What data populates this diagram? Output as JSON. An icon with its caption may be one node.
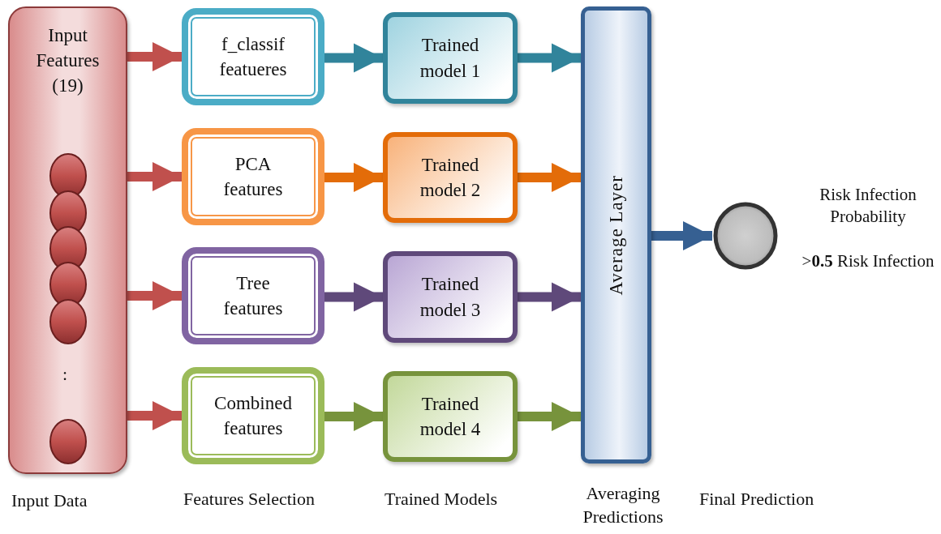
{
  "diagram": {
    "nodes": [
      {
        "text": [
          "Input Features (19)"
        ]
      },
      {
        "text": [
          "f_classif featueres"
        ]
      },
      {
        "text": [
          "PCA features"
        ]
      },
      {
        "text": [
          "Tree features"
        ]
      },
      {
        "text": [
          "Combined features"
        ]
      },
      {
        "text": [
          "Trained model 1"
        ]
      },
      {
        "text": [
          "Trained model 2"
        ]
      },
      {
        "text": [
          "Trained model 3"
        ]
      },
      {
        "text": [
          "Trained model 4"
        ]
      },
      {
        "text": [
          "Average Layer"
        ]
      },
      {
        "text": [],
        "shape": "circle",
        "beside": [
          "Risk Infection Probability",
          ">**0.5** Risk Infection"
        ]
      }
    ],
    "edges": [
      {
        "from": 0,
        "to": 1,
        "arrow": "to",
        "color": "#c0504d"
      },
      {
        "from": 0,
        "to": 2,
        "arrow": "to",
        "color": "#c0504d"
      },
      {
        "from": 0,
        "to": 3,
        "arrow": "to",
        "color": "#c0504d"
      },
      {
        "from": 0,
        "to": 4,
        "arrow": "to",
        "color": "#c0504d"
      },
      {
        "from": 1,
        "to": 5,
        "arrow": "to",
        "color": "#31849b"
      },
      {
        "from": 2,
        "to": 6,
        "arrow": "to",
        "color": "#e36c09"
      },
      {
        "from": 3,
        "to": 7,
        "arrow": "to",
        "color": "#5f497a"
      },
      {
        "from": 4,
        "to": 8,
        "arrow": "to",
        "color": "#77933c"
      },
      {
        "from": 5,
        "to": 9,
        "arrow": "to",
        "color": "#31849b"
      },
      {
        "from": 6,
        "to": 9,
        "arrow": "to",
        "color": "#e36c09"
      },
      {
        "from": 7,
        "to": 9,
        "arrow": "to",
        "color": "#5f497a"
      },
      {
        "from": 8,
        "to": 9,
        "arrow": "to",
        "color": "#77933c"
      },
      {
        "from": 9,
        "to": 10,
        "arrow": "to",
        "color": "#366092"
      }
    ],
    "labels": [
      ":",
      "Input Data",
      "Features Selection",
      "Trained Models",
      "Averaging Predictions",
      "Final Prediction"
    ]
  }
}
